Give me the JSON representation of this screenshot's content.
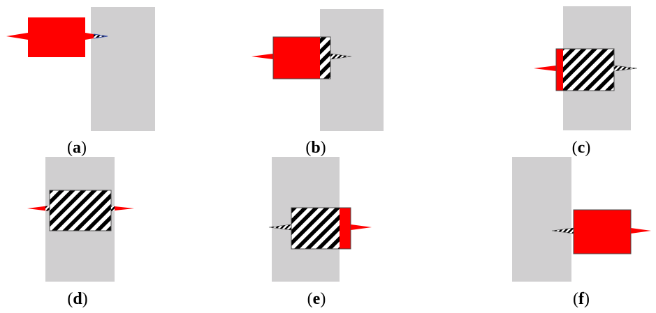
{
  "colors": {
    "wall": "#d0cfd0",
    "object": "#ff0000",
    "outline": "#4a4a4a",
    "hatch_line": "#000000",
    "hatch_bg": "#ffffff",
    "tip_blue": "#3a4fa8"
  },
  "panels": [
    {
      "id": "a",
      "caption": {
        "open": "(",
        "letter": "a",
        "close": ")"
      }
    },
    {
      "id": "b",
      "caption": {
        "open": "(",
        "letter": "b",
        "close": ")"
      }
    },
    {
      "id": "c",
      "caption": {
        "open": "(",
        "letter": "c",
        "close": ")"
      }
    },
    {
      "id": "d",
      "caption": {
        "open": "(",
        "letter": "d",
        "close": ")"
      }
    },
    {
      "id": "e",
      "caption": {
        "open": "(",
        "letter": "e",
        "close": ")"
      }
    },
    {
      "id": "f",
      "caption": {
        "open": "(",
        "letter": "f",
        "close": ")"
      }
    }
  ]
}
